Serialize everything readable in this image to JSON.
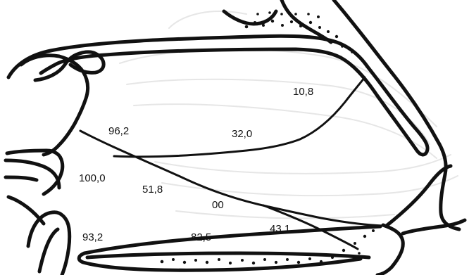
{
  "diagram": {
    "labels": [
      {
        "id": "label-10-8",
        "text": "10,8"
      },
      {
        "id": "label-96-2",
        "text": "96,2"
      },
      {
        "id": "label-32-0",
        "text": "32,0"
      },
      {
        "id": "label-100-0",
        "text": "100,0"
      },
      {
        "id": "label-51-8",
        "text": "51,8"
      },
      {
        "id": "label-00",
        "text": "00"
      },
      {
        "id": "label-93-2",
        "text": "93,2"
      },
      {
        "id": "label-82-5",
        "text": "82,5"
      },
      {
        "id": "label-43-1",
        "text": "43,1"
      }
    ]
  }
}
